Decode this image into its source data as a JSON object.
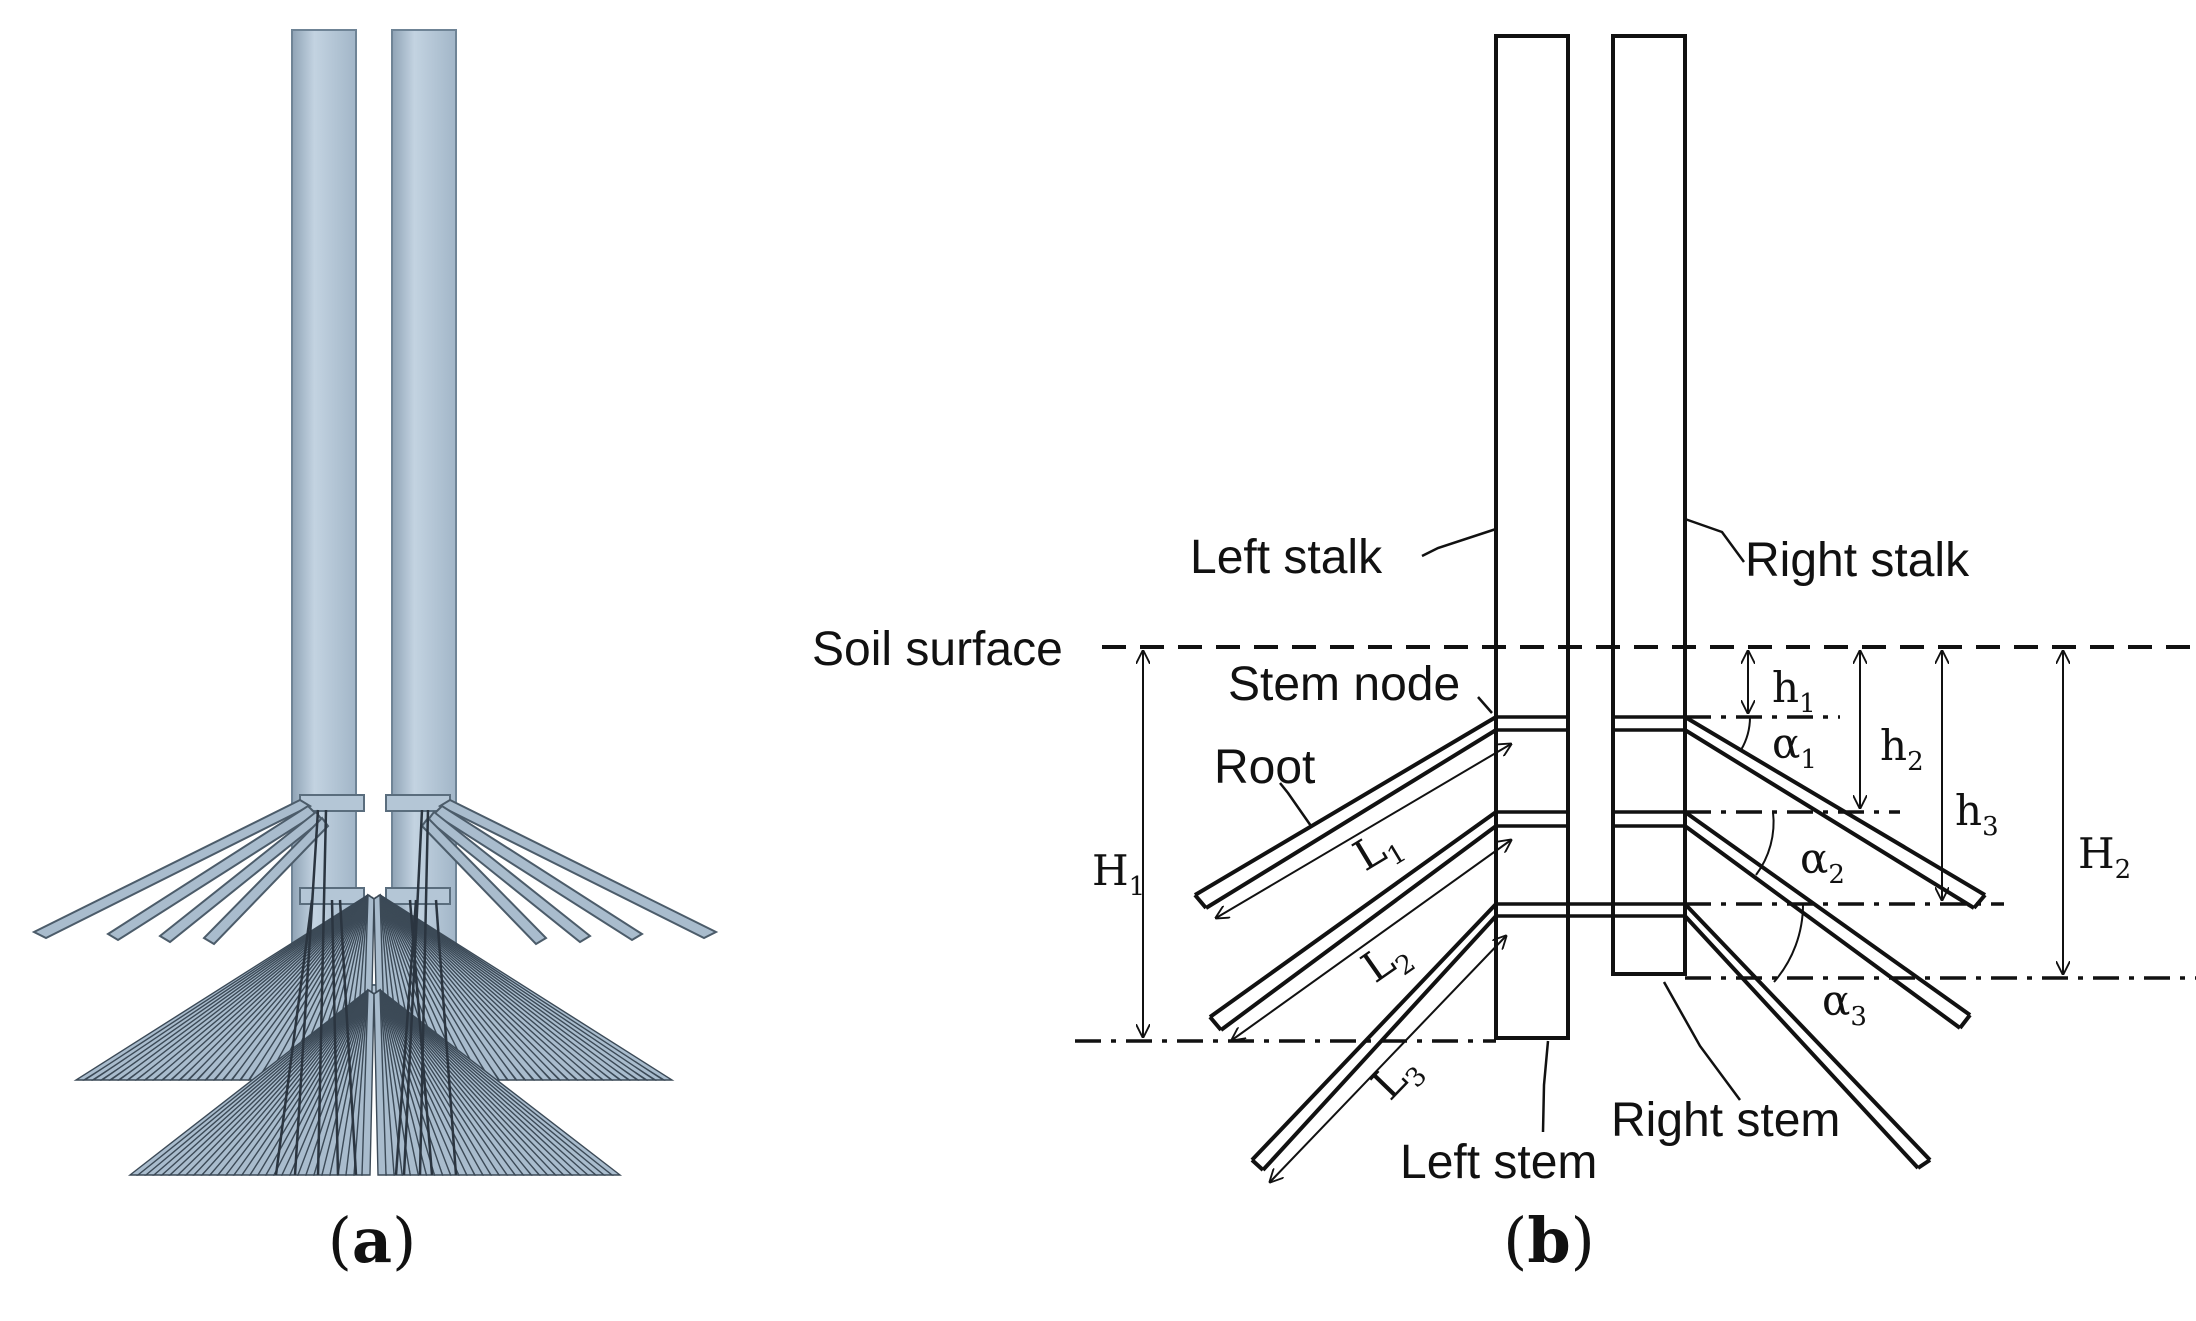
{
  "panel_a": {
    "caption_open": "(",
    "caption_letter": "a",
    "caption_close": ")",
    "colors": {
      "stalk": "#b4c6d6",
      "stalk_edge": "#6f8496",
      "root": "#a9bccd",
      "root_edge": "#3c4a57"
    }
  },
  "panel_b": {
    "caption_open": "(",
    "caption_letter": "b",
    "caption_close": ")",
    "labels": {
      "left_stalk": "Left stalk",
      "right_stalk": "Right stalk",
      "soil_surface": "Soil surface",
      "stem_node": "Stem node",
      "root": "Root",
      "left_stem": "Left stem",
      "right_stem": "Right stem"
    },
    "symbols": {
      "h1": {
        "base": "h",
        "sub": "1"
      },
      "h2": {
        "base": "h",
        "sub": "2"
      },
      "h3": {
        "base": "h",
        "sub": "3"
      },
      "H1": {
        "base": "H",
        "sub": "1"
      },
      "H2": {
        "base": "H",
        "sub": "2"
      },
      "L1": {
        "base": "L",
        "sub": "1"
      },
      "L2": {
        "base": "L",
        "sub": "2"
      },
      "L3": {
        "base": "L",
        "sub": "3"
      },
      "a1": {
        "base": "α",
        "sub": "1"
      },
      "a2": {
        "base": "α",
        "sub": "2"
      },
      "a3": {
        "base": "α",
        "sub": "3"
      }
    }
  }
}
